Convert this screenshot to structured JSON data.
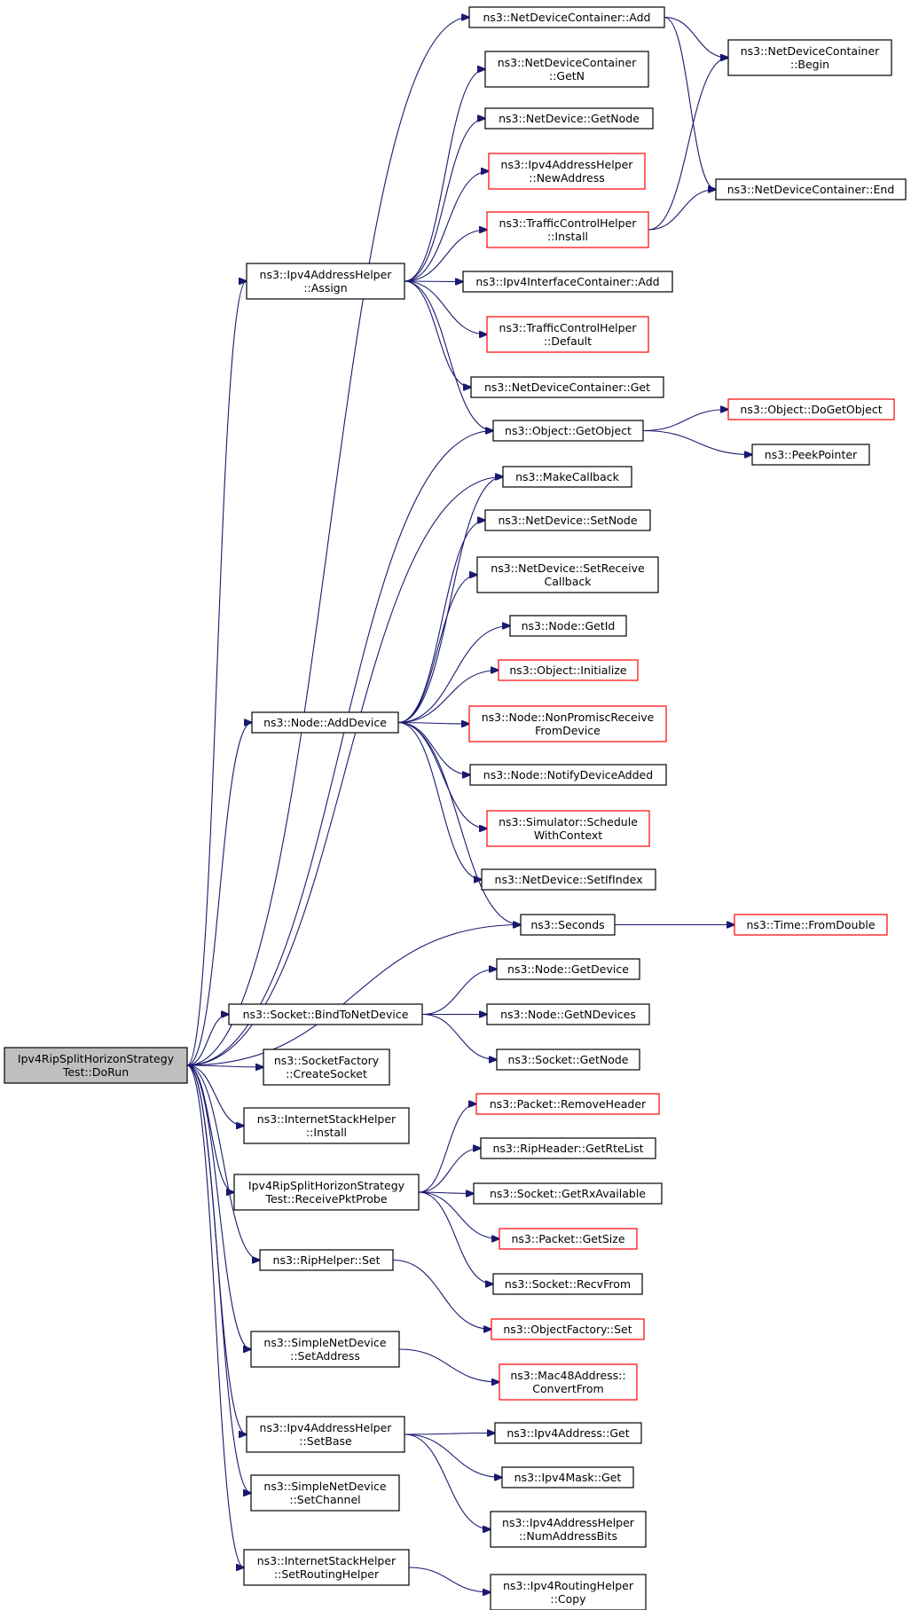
{
  "nodes": {
    "root": {
      "lines": [
        "Ipv4RipSplitHorizonStrategy",
        "Test::DoRun"
      ],
      "red": false
    },
    "ndc_add": {
      "lines": [
        "ns3::NetDeviceContainer::Add"
      ],
      "red": false
    },
    "ndc_begin": {
      "lines": [
        "ns3::NetDeviceContainer",
        "::Begin"
      ],
      "red": false
    },
    "ndc_getn": {
      "lines": [
        "ns3::NetDeviceContainer",
        "::GetN"
      ],
      "red": false
    },
    "nd_getnode": {
      "lines": [
        "ns3::NetDevice::GetNode"
      ],
      "red": false
    },
    "ipv4ah_newaddr": {
      "lines": [
        "ns3::Ipv4AddressHelper",
        "::NewAddress"
      ],
      "red": true
    },
    "ndc_end": {
      "lines": [
        "ns3::NetDeviceContainer::End"
      ],
      "red": false
    },
    "tch_install": {
      "lines": [
        "ns3::TrafficControlHelper",
        "::Install"
      ],
      "red": true
    },
    "ipv4ah_assign": {
      "lines": [
        "ns3::Ipv4AddressHelper",
        "::Assign"
      ],
      "red": false
    },
    "ipv4ic_add": {
      "lines": [
        "ns3::Ipv4InterfaceContainer::Add"
      ],
      "red": false
    },
    "tch_default": {
      "lines": [
        "ns3::TrafficControlHelper",
        "::Default"
      ],
      "red": true
    },
    "ndc_get": {
      "lines": [
        "ns3::NetDeviceContainer::Get"
      ],
      "red": false
    },
    "obj_doget": {
      "lines": [
        "ns3::Object::DoGetObject"
      ],
      "red": true
    },
    "obj_getobj": {
      "lines": [
        "ns3::Object::GetObject"
      ],
      "red": false
    },
    "peekpointer": {
      "lines": [
        "ns3::PeekPointer"
      ],
      "red": false
    },
    "makecallback": {
      "lines": [
        "ns3::MakeCallback"
      ],
      "red": false
    },
    "nd_setnode": {
      "lines": [
        "ns3::NetDevice::SetNode"
      ],
      "red": false
    },
    "nd_setrecv": {
      "lines": [
        "ns3::NetDevice::SetReceive",
        "Callback"
      ],
      "red": false
    },
    "node_getid": {
      "lines": [
        "ns3::Node::GetId"
      ],
      "red": false
    },
    "obj_init": {
      "lines": [
        "ns3::Object::Initialize"
      ],
      "red": true
    },
    "node_adddev": {
      "lines": [
        "ns3::Node::AddDevice"
      ],
      "red": false
    },
    "node_nonprom": {
      "lines": [
        "ns3::Node::NonPromiscReceive",
        "FromDevice"
      ],
      "red": true
    },
    "node_notify": {
      "lines": [
        "ns3::Node::NotifyDeviceAdded"
      ],
      "red": false
    },
    "sim_sched": {
      "lines": [
        "ns3::Simulator::Schedule",
        "WithContext"
      ],
      "red": true
    },
    "nd_setifindex": {
      "lines": [
        "ns3::NetDevice::SetIfIndex"
      ],
      "red": false
    },
    "seconds": {
      "lines": [
        "ns3::Seconds"
      ],
      "red": false
    },
    "time_fromdouble": {
      "lines": [
        "ns3::Time::FromDouble"
      ],
      "red": true
    },
    "node_getdevice": {
      "lines": [
        "ns3::Node::GetDevice"
      ],
      "red": false
    },
    "sock_bind": {
      "lines": [
        "ns3::Socket::BindToNetDevice"
      ],
      "red": false
    },
    "node_getndev": {
      "lines": [
        "ns3::Node::GetNDevices"
      ],
      "red": false
    },
    "sock_getnode": {
      "lines": [
        "ns3::Socket::GetNode"
      ],
      "red": false
    },
    "sockfac_create": {
      "lines": [
        "ns3::SocketFactory",
        "::CreateSocket"
      ],
      "red": false
    },
    "ish_install": {
      "lines": [
        "ns3::InternetStackHelper",
        "::Install"
      ],
      "red": false
    },
    "pkt_removehdr": {
      "lines": [
        "ns3::Packet::RemoveHeader"
      ],
      "red": true
    },
    "riphdr_getrte": {
      "lines": [
        "ns3::RipHeader::GetRteList"
      ],
      "red": false
    },
    "recvprobe": {
      "lines": [
        "Ipv4RipSplitHorizonStrategy",
        "Test::ReceivePktProbe"
      ],
      "red": false
    },
    "sock_getrx": {
      "lines": [
        "ns3::Socket::GetRxAvailable"
      ],
      "red": false
    },
    "pkt_getsize": {
      "lines": [
        "ns3::Packet::GetSize"
      ],
      "red": true
    },
    "riphelper_set": {
      "lines": [
        "ns3::RipHelper::Set"
      ],
      "red": false
    },
    "sock_recvfrom": {
      "lines": [
        "ns3::Socket::RecvFrom"
      ],
      "red": false
    },
    "objfac_set": {
      "lines": [
        "ns3::ObjectFactory::Set"
      ],
      "red": true
    },
    "snd_setaddr": {
      "lines": [
        "ns3::SimpleNetDevice",
        "::SetAddress"
      ],
      "red": false
    },
    "mac48_convert": {
      "lines": [
        "ns3::Mac48Address::",
        "ConvertFrom"
      ],
      "red": true
    },
    "ipv4ah_setbase": {
      "lines": [
        "ns3::Ipv4AddressHelper",
        "::SetBase"
      ],
      "red": false
    },
    "ipv4addr_get": {
      "lines": [
        "ns3::Ipv4Address::Get"
      ],
      "red": false
    },
    "ipv4mask_get": {
      "lines": [
        "ns3::Ipv4Mask::Get"
      ],
      "red": false
    },
    "ipv4ah_numbits": {
      "lines": [
        "ns3::Ipv4AddressHelper",
        "::NumAddressBits"
      ],
      "red": false
    },
    "snd_setchannel": {
      "lines": [
        "ns3::SimpleNetDevice",
        "::SetChannel"
      ],
      "red": false
    },
    "ish_setrouting": {
      "lines": [
        "ns3::InternetStackHelper",
        "::SetRoutingHelper"
      ],
      "red": false
    },
    "ipv4rh_copy": {
      "lines": [
        "ns3::Ipv4RoutingHelper",
        "::Copy"
      ],
      "red": false
    }
  },
  "edges": [
    [
      "root",
      "ndc_add"
    ],
    [
      "root",
      "ipv4ah_assign"
    ],
    [
      "root",
      "obj_getobj"
    ],
    [
      "root",
      "makecallback"
    ],
    [
      "root",
      "node_adddev"
    ],
    [
      "root",
      "seconds"
    ],
    [
      "root",
      "sock_bind"
    ],
    [
      "root",
      "sockfac_create"
    ],
    [
      "root",
      "ish_install"
    ],
    [
      "root",
      "recvprobe"
    ],
    [
      "root",
      "riphelper_set"
    ],
    [
      "root",
      "snd_setaddr"
    ],
    [
      "root",
      "ipv4ah_setbase"
    ],
    [
      "root",
      "snd_setchannel"
    ],
    [
      "root",
      "ish_setrouting"
    ],
    [
      "ndc_add",
      "ndc_begin"
    ],
    [
      "ndc_add",
      "ndc_end"
    ],
    [
      "ipv4ah_assign",
      "ndc_getn"
    ],
    [
      "ipv4ah_assign",
      "nd_getnode"
    ],
    [
      "ipv4ah_assign",
      "ipv4ah_newaddr"
    ],
    [
      "ipv4ah_assign",
      "tch_install"
    ],
    [
      "ipv4ah_assign",
      "ipv4ic_add"
    ],
    [
      "ipv4ah_assign",
      "tch_default"
    ],
    [
      "ipv4ah_assign",
      "ndc_get"
    ],
    [
      "ipv4ah_assign",
      "obj_getobj"
    ],
    [
      "tch_install",
      "ndc_begin"
    ],
    [
      "tch_install",
      "ndc_end"
    ],
    [
      "obj_getobj",
      "obj_doget"
    ],
    [
      "obj_getobj",
      "peekpointer"
    ],
    [
      "node_adddev",
      "makecallback"
    ],
    [
      "node_adddev",
      "nd_setnode"
    ],
    [
      "node_adddev",
      "nd_setrecv"
    ],
    [
      "node_adddev",
      "node_getid"
    ],
    [
      "node_adddev",
      "obj_init"
    ],
    [
      "node_adddev",
      "node_nonprom"
    ],
    [
      "node_adddev",
      "node_notify"
    ],
    [
      "node_adddev",
      "sim_sched"
    ],
    [
      "node_adddev",
      "nd_setifindex"
    ],
    [
      "node_adddev",
      "seconds"
    ],
    [
      "seconds",
      "time_fromdouble"
    ],
    [
      "sock_bind",
      "node_getdevice"
    ],
    [
      "sock_bind",
      "node_getndev"
    ],
    [
      "sock_bind",
      "sock_getnode"
    ],
    [
      "recvprobe",
      "pkt_removehdr"
    ],
    [
      "recvprobe",
      "riphdr_getrte"
    ],
    [
      "recvprobe",
      "sock_getrx"
    ],
    [
      "recvprobe",
      "pkt_getsize"
    ],
    [
      "recvprobe",
      "sock_recvfrom"
    ],
    [
      "riphelper_set",
      "objfac_set"
    ],
    [
      "snd_setaddr",
      "mac48_convert"
    ],
    [
      "ipv4ah_setbase",
      "ipv4addr_get"
    ],
    [
      "ipv4ah_setbase",
      "ipv4mask_get"
    ],
    [
      "ipv4ah_setbase",
      "ipv4ah_numbits"
    ],
    [
      "ish_setrouting",
      "ipv4rh_copy"
    ]
  ]
}
